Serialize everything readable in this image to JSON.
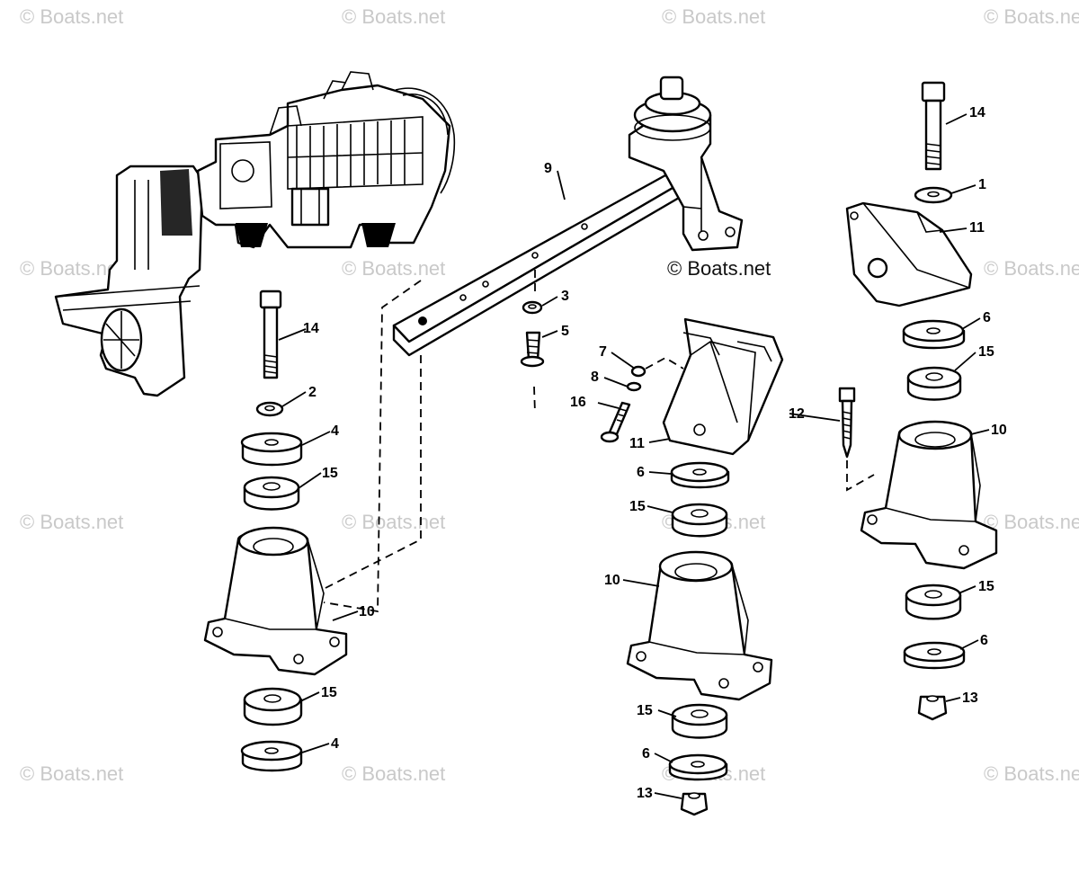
{
  "watermarks": {
    "text": "© Boats.net",
    "main": "© Boats.net"
  },
  "callouts": {
    "c1": "1",
    "c2": "2",
    "c3": "3",
    "c4a": "4",
    "c4b": "4",
    "c5": "5",
    "c6a": "6",
    "c6b": "6",
    "c6c": "6",
    "c6d": "6",
    "c7": "7",
    "c8": "8",
    "c9": "9",
    "c10a": "10",
    "c10b": "10",
    "c10c": "10",
    "c11a": "11",
    "c11b": "11",
    "c12": "12",
    "c13a": "13",
    "c13b": "13",
    "c14a": "14",
    "c14b": "14",
    "c15a": "15",
    "c15b": "15",
    "c15c": "15",
    "c15d": "15",
    "c15e": "15",
    "c15f": "15",
    "c16": "16"
  },
  "colors": {
    "line": "#000000",
    "background": "#ffffff",
    "watermark": "#c9c9c9"
  }
}
